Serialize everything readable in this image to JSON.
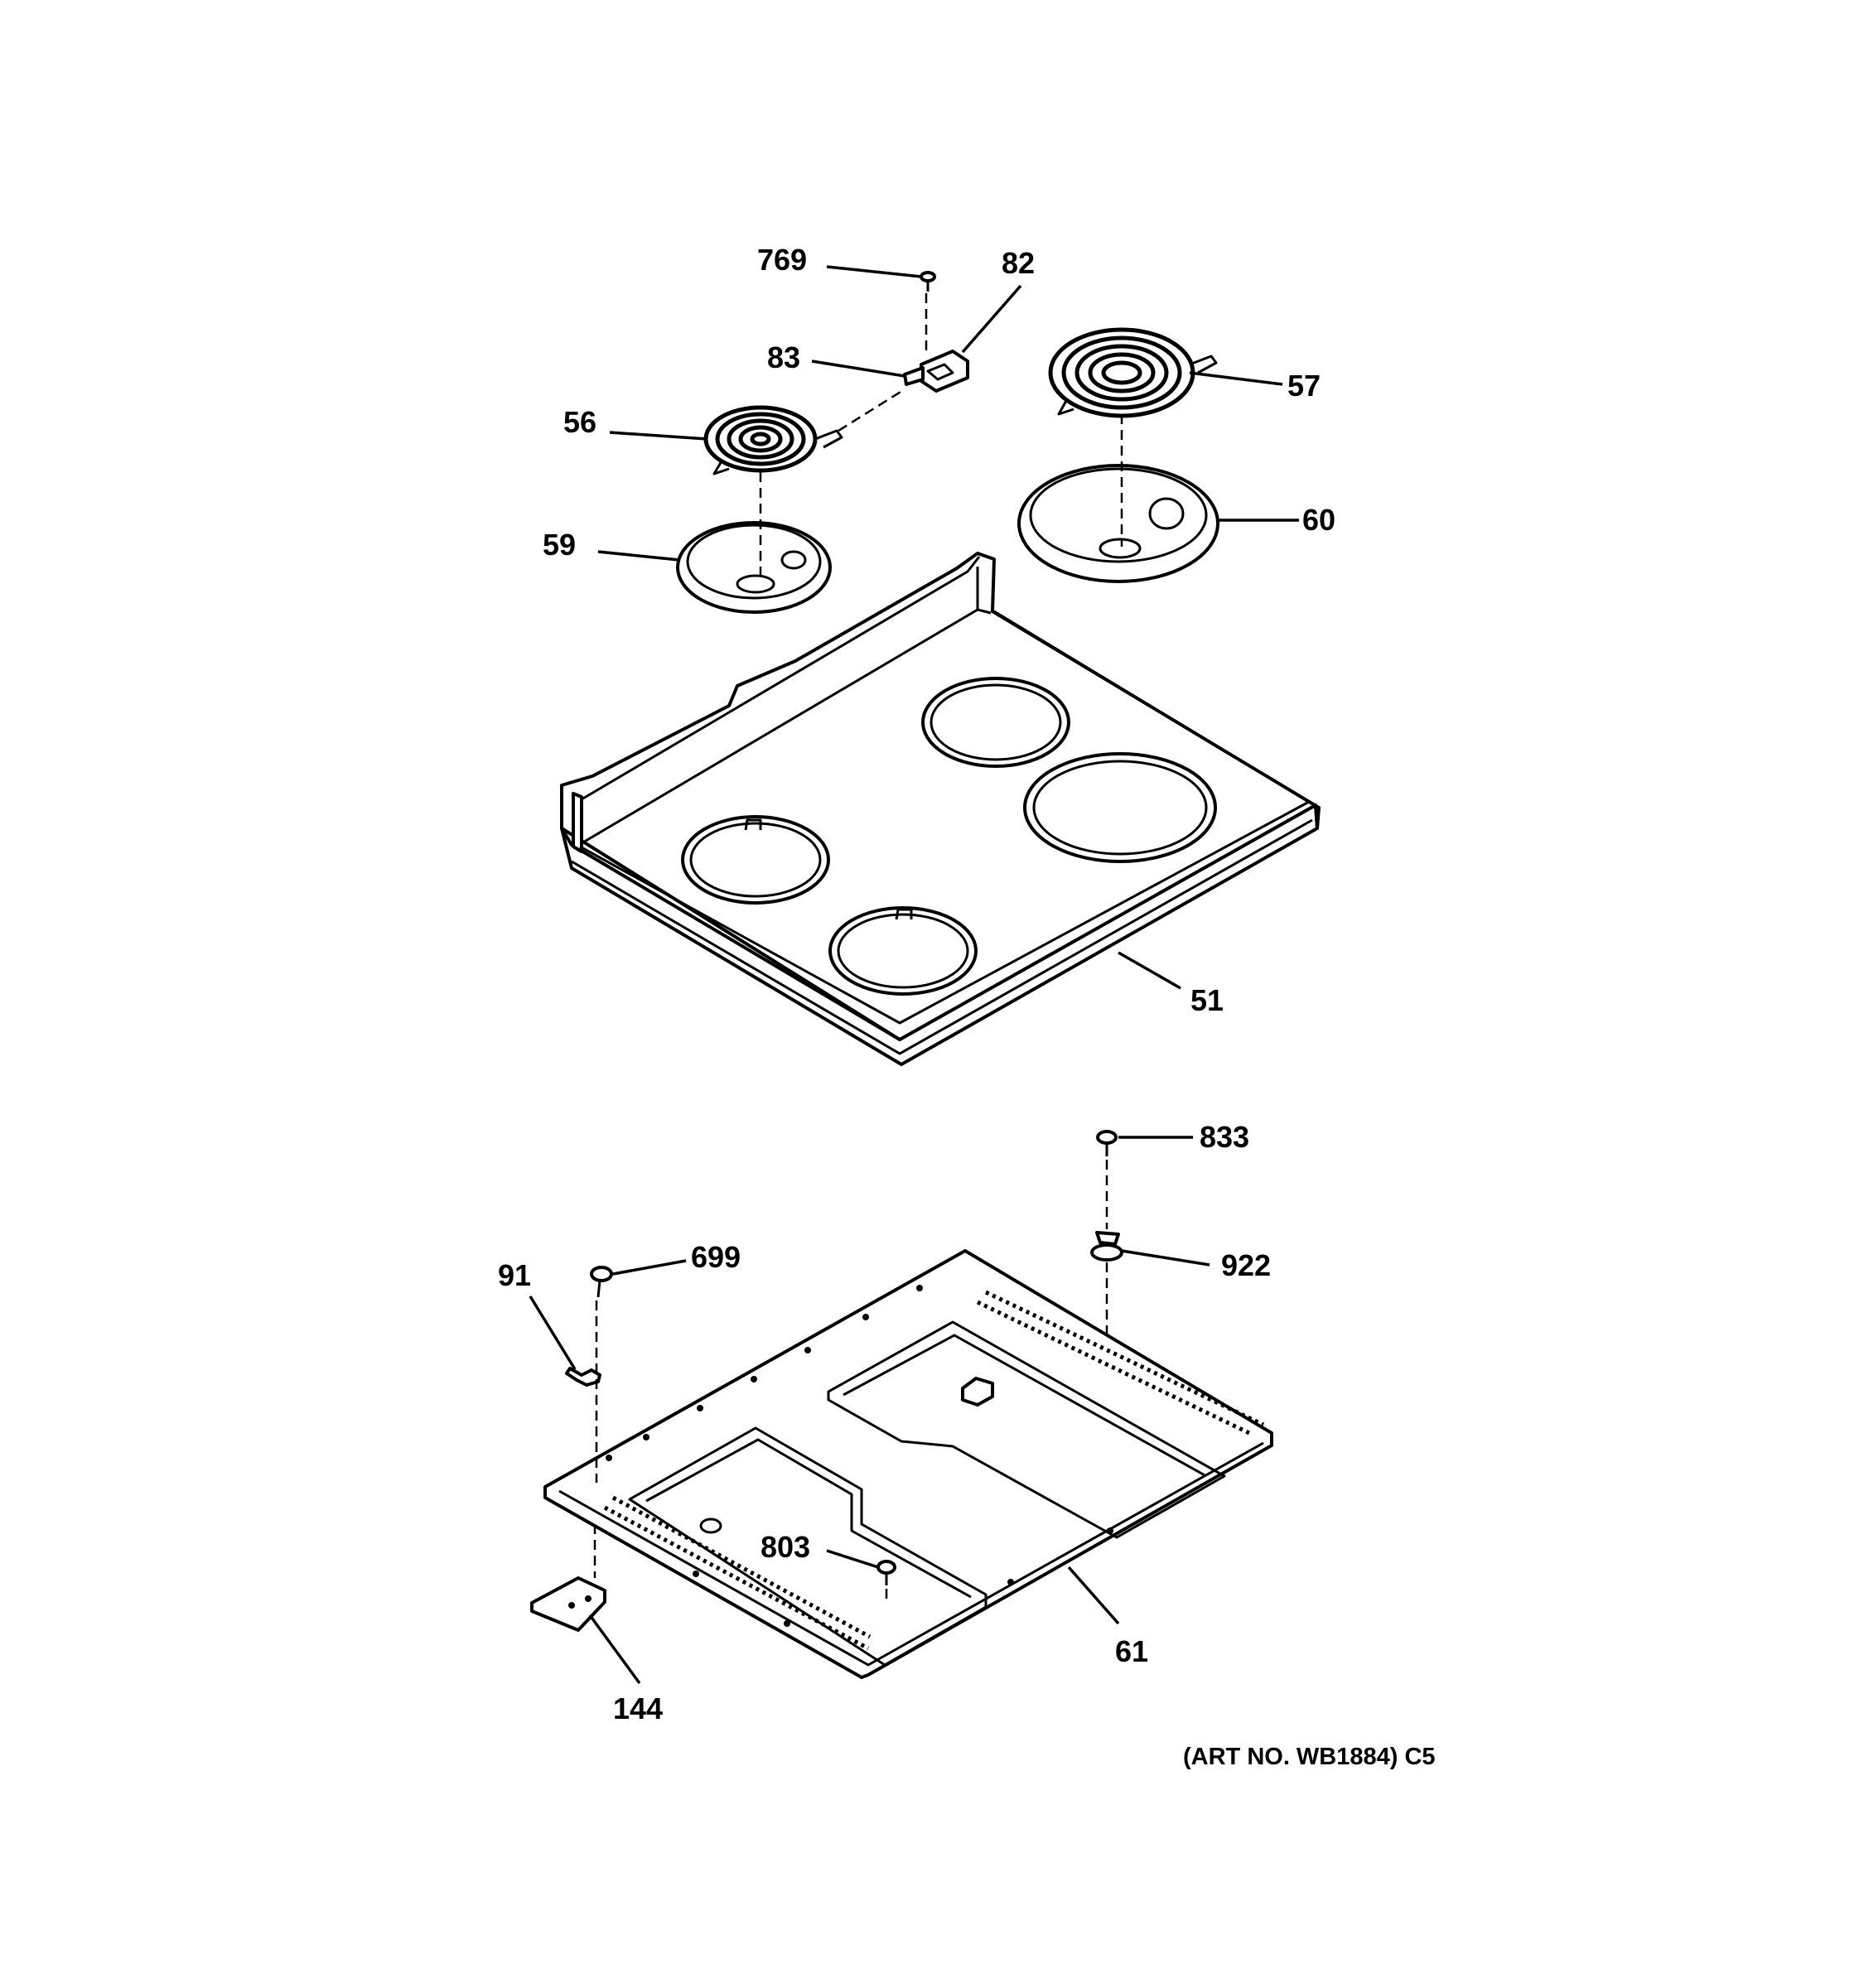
{
  "callouts": {
    "c769": "769",
    "c82": "82",
    "c83": "83",
    "c57": "57",
    "c56": "56",
    "c60": "60",
    "c59": "59",
    "c51": "51",
    "c833": "833",
    "c922": "922",
    "c91": "91",
    "c699": "699",
    "c803": "803",
    "c61": "61",
    "c144": "144"
  },
  "art_reference": "(ART NO. WB1884) C5"
}
